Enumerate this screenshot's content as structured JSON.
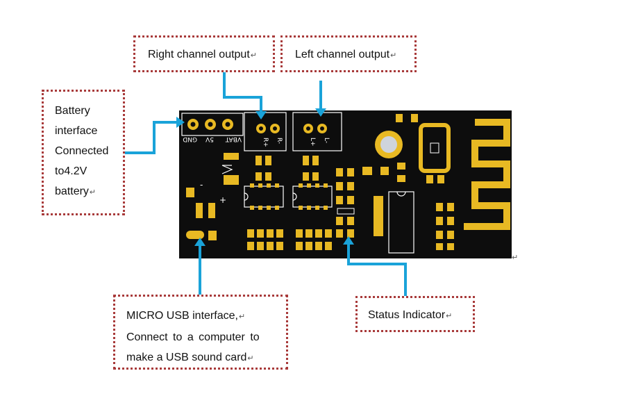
{
  "labels": {
    "right_channel": "Right channel output",
    "left_channel": "Left channel output",
    "battery": {
      "line1": "Battery",
      "line2": "interface",
      "line3": "Connected",
      "line4a": "to",
      "line4b": "4.2V",
      "line5": "battery"
    },
    "micro_usb": {
      "line1": "MICRO USB interface,",
      "line2": "Connect to a computer to",
      "line3": "make a USB sound card"
    },
    "status": "Status Indicator"
  },
  "paragraph_mark": "↵",
  "board": {
    "pin_labels": [
      "VBAT",
      "5V",
      "GND"
    ],
    "right_connector": [
      "R+",
      "R-"
    ],
    "left_connector": [
      "L+",
      "L-"
    ],
    "plus_sign": "+",
    "minus_sign": "-"
  },
  "colors": {
    "arrow": "#1aa3d9",
    "border": "#a83a3a",
    "board": "#0d0d0d",
    "pad": "#e8b923"
  }
}
